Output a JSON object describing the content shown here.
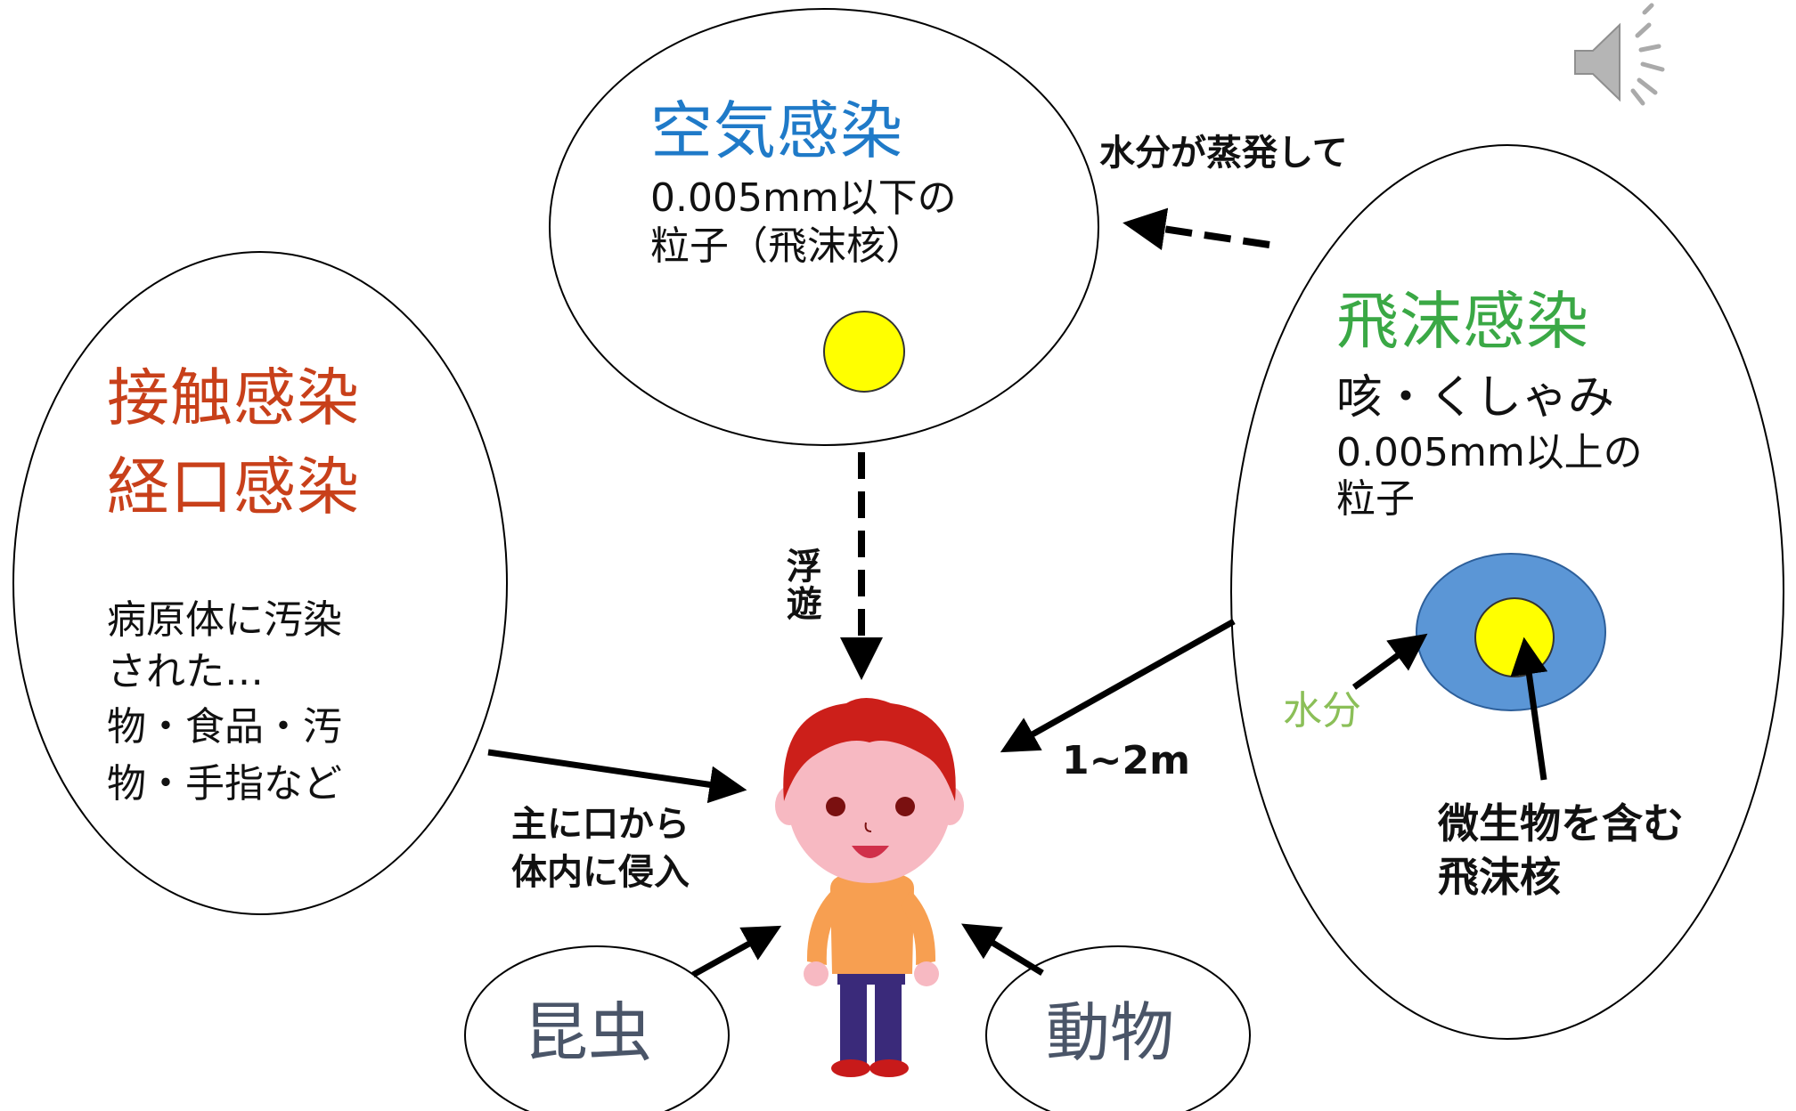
{
  "colors": {
    "airborne": "#1f7ac8",
    "droplet": "#3aa845",
    "contact": "#c8401a",
    "moisture": "#8bbf58",
    "circle_text": "#4a5568",
    "droplet_outer": "#5b96d6",
    "particle": "#ffff00"
  },
  "icons": {
    "speaker": "speaker-icon"
  },
  "airborne": {
    "title": "空気感染",
    "line1": "0.005mm以下の",
    "line2": "粒子（飛沫核）"
  },
  "evaporation_label": "水分が蒸発して",
  "droplet": {
    "title": "飛沫感染",
    "line1": "咳・くしゃみ",
    "line2": "0.005mm以上の",
    "line3": "粒子",
    "moisture_label": "水分",
    "nucleus_line1": "微生物を含む",
    "nucleus_line2": "飛沫核"
  },
  "contact": {
    "title_line1": "接触感染",
    "title_line2": "経口感染",
    "body_line1": "病原体に汚染",
    "body_line2": "された…",
    "body_line3": "物・食品・汚",
    "body_line4": "物・手指など"
  },
  "floating_label": "浮遊",
  "entry_label_line1": "主に口から",
  "entry_label_line2": "体内に侵入",
  "distance_label": "1~2m",
  "insects": "昆虫",
  "animals": "動物"
}
